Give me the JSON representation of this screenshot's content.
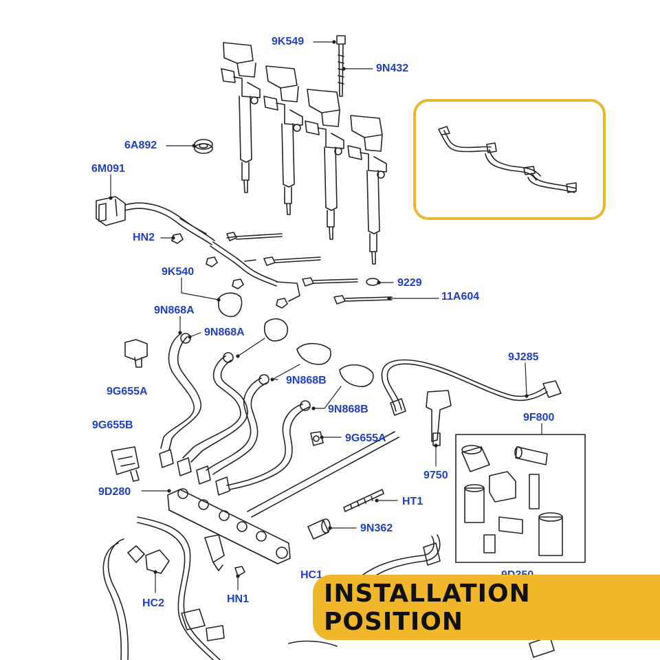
{
  "banner": {
    "text": "INSTALLATION POSITION"
  },
  "labels": {
    "p9K549": "9K549",
    "p9N432": "9N432",
    "p6A892": "6A892",
    "p6M091": "6M091",
    "pHN2": "HN2",
    "p9K540": "9K540",
    "p9229": "9229",
    "p11A604": "11A604",
    "p9N868A_1": "9N868A",
    "p9N868A_2": "9N868A",
    "p9N868B_1": "9N868B",
    "p9N868B_2": "9N868B",
    "p9G655A_1": "9G655A",
    "p9G655A_2": "9G655A",
    "p9G655B": "9G655B",
    "p9J285": "9J285",
    "p9F800": "9F800",
    "p9750": "9750",
    "p9D280": "9D280",
    "pHT1": "HT1",
    "p9N362": "9N362",
    "pHC1": "HC1",
    "pHC2": "HC2",
    "pHN1": "HN1",
    "p9D350": "9D350"
  },
  "colors": {
    "label_blue": "#1f3fc9",
    "accent_yellow": "#f0b72a",
    "inset_border": "#e9b92c",
    "line": "#222222"
  }
}
